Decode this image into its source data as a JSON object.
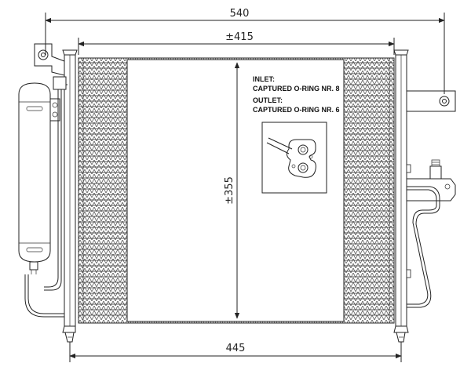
{
  "dimensions": {
    "overall_width": "540",
    "core_width": "±415",
    "core_height": "±355",
    "bottom_width": "445"
  },
  "notes": {
    "inlet_label": "INLET:",
    "inlet_value": "CAPTURED O-RING NR. 8",
    "outlet_label": "OUTLET:",
    "outlet_value": "CAPTURED O-RING NR. 6"
  },
  "colors": {
    "line": "#222222",
    "fin_fill": "#9a9a9a",
    "background": "#ffffff"
  }
}
